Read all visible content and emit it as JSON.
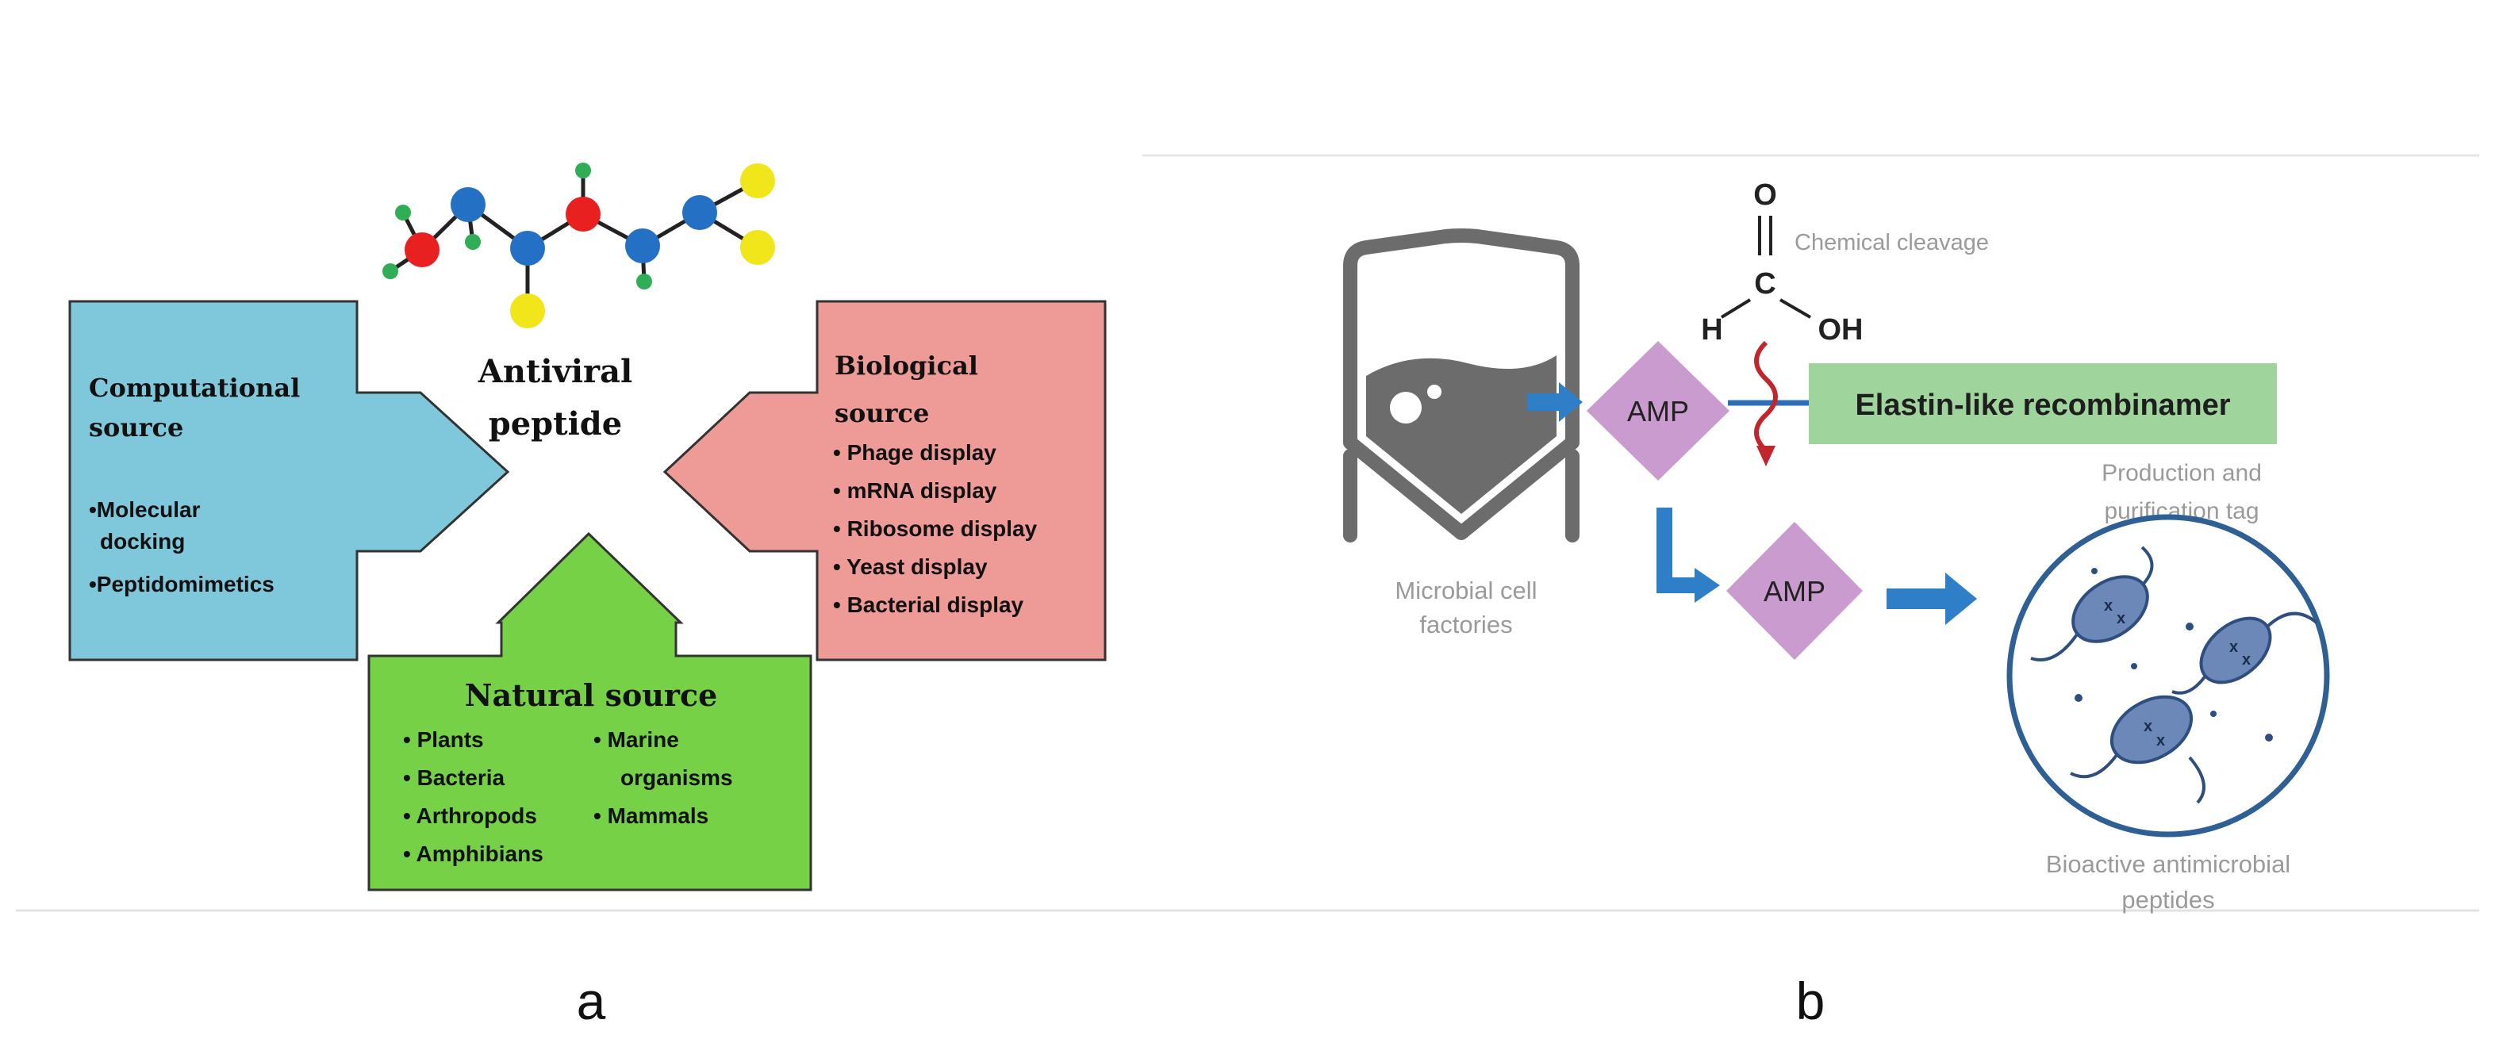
{
  "panel_a": {
    "center_label_line1": "Antiviral",
    "center_label_line2": "peptide",
    "computational": {
      "title_line1": "Computational",
      "title_line2": "source",
      "items": [
        "•Molecular",
        "docking",
        "•Peptidomimetics"
      ],
      "color": "#7fc8dc"
    },
    "biological": {
      "title_line1": "Biological",
      "title_line2": "source",
      "items": [
        "• Phage display",
        "• mRNA display",
        "• Ribosome display",
        "• Yeast  display",
        "• Bacterial display"
      ],
      "color": "#ee9b98"
    },
    "natural": {
      "title": "Natural  source",
      "left_items": [
        "• Plants",
        "• Bacteria",
        "• Arthropods",
        "• Amphibians"
      ],
      "right_items": [
        "• Marine",
        "organisms",
        "• Mammals"
      ],
      "color": "#77d146"
    },
    "caption": "a"
  },
  "panel_b": {
    "formula": {
      "o": "O",
      "c": "C",
      "h": "H",
      "oh": "OH"
    },
    "chemical_cleavage": "Chemical cleavage",
    "amp_top": "AMP",
    "amp_bottom": "AMP",
    "elr_label": "Elastin-like recombinamer",
    "tag_line1": "Production and",
    "tag_line2": "purification tag",
    "factory_line1": "Microbial cell",
    "factory_line2": "factories",
    "bioactive_line1": "Bioactive antimicrobial",
    "bioactive_line2": "peptides",
    "caption": "b",
    "colors": {
      "amp": "#c99bce",
      "elr": "#9fd49c",
      "arrow": "#2f7fc8",
      "squiggle": "#c0262c"
    }
  }
}
